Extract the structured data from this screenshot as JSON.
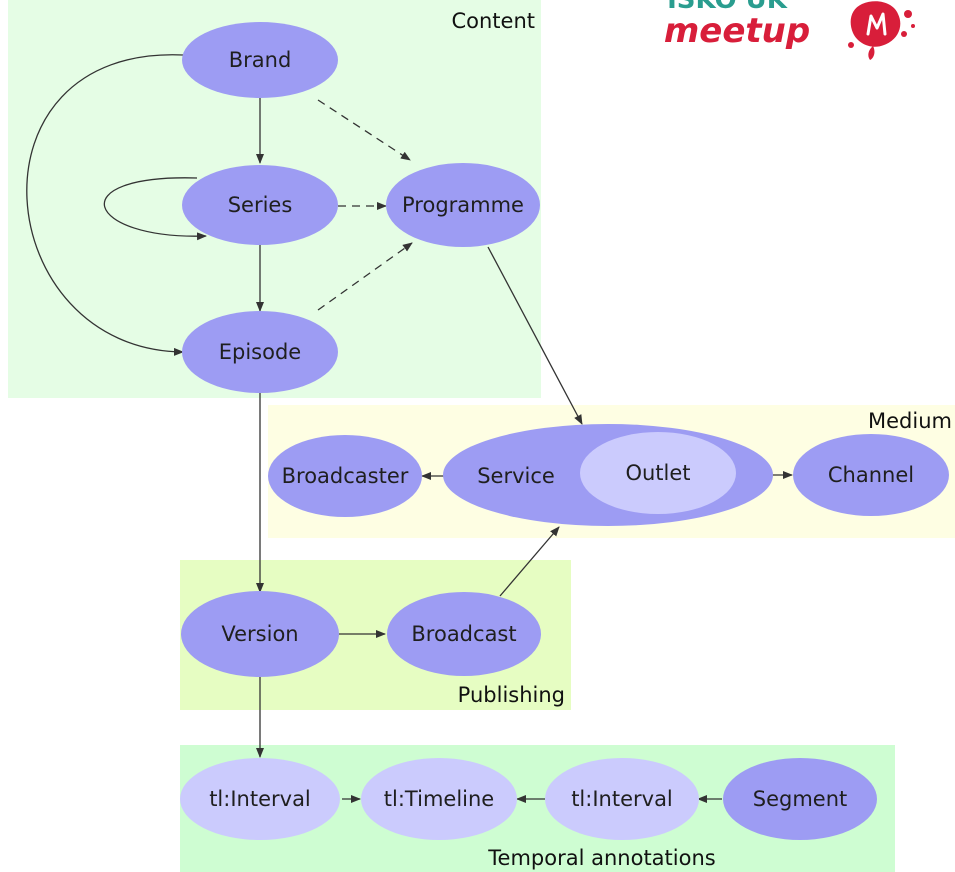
{
  "logo": {
    "line1": "ISKO UK",
    "line2": "meetup",
    "color_teal": "#2a9d8f",
    "color_red": "#d81e3a"
  },
  "groups": {
    "content": "Content",
    "medium": "Medium",
    "publishing": "Publishing",
    "temporal": "Temporal annotations"
  },
  "nodes": {
    "brand": "Brand",
    "series": "Series",
    "programme": "Programme",
    "episode": "Episode",
    "broadcaster": "Broadcaster",
    "service": "Service",
    "outlet": "Outlet",
    "channel": "Channel",
    "version": "Version",
    "broadcast": "Broadcast",
    "interval_left": "tl:Interval",
    "timeline": "tl:Timeline",
    "interval_right": "tl:Interval",
    "segment": "Segment"
  },
  "colors": {
    "content_bg": "#e5fde5",
    "medium_bg": "#fefee3",
    "publishing_bg": "#e6fdc2",
    "temporal_bg": "#cefdd2",
    "node_dark": "#9d9cf3",
    "node_light": "#cbcbfd",
    "edge": "#333333"
  }
}
